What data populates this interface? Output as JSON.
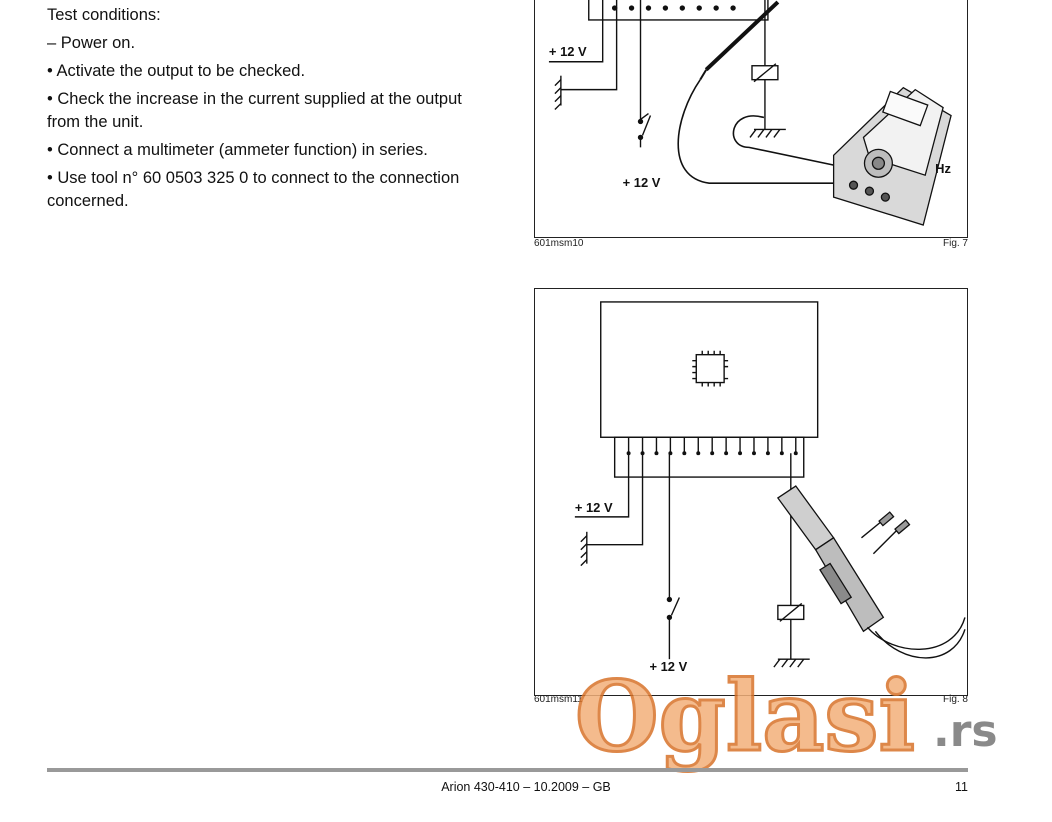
{
  "instructions": {
    "heading": "Test conditions:",
    "items": [
      "– Power on.",
      "• Activate the output to be checked.",
      "• Check the increase in the current supplied at the output from the unit.",
      "• Connect a multimeter (ammeter function) in series.",
      "• Use tool n° 60 0503 325 0 to connect to the connection concerned."
    ]
  },
  "figures": {
    "fig7": {
      "code": "601msm10",
      "label": "Fig. 7",
      "supply_top": "+ 12 V",
      "supply_bottom": "+ 12 V",
      "meter_unit": "Hz"
    },
    "fig8": {
      "code": "601msm11",
      "label": "Fig. 8",
      "supply_top": "+ 12 V",
      "supply_bottom": "+ 12 V"
    }
  },
  "footer": {
    "title": "Arion 430-410  – 10.2009 – GB",
    "page": "11"
  },
  "watermark": {
    "brand": "Oglasi",
    "suffix": ".rs",
    "brand_color": "#f3b07a",
    "brand_outline": "#d8732a"
  }
}
